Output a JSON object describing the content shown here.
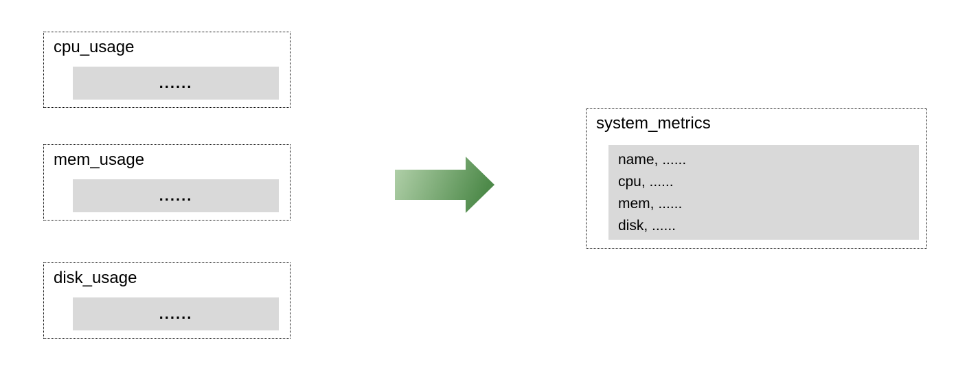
{
  "diagram": {
    "source_tables": [
      {
        "title": "cpu_usage",
        "rows_placeholder": "......"
      },
      {
        "title": "mem_usage",
        "rows_placeholder": "......"
      },
      {
        "title": "disk_usage",
        "rows_placeholder": "......"
      }
    ],
    "arrow": {
      "icon": "right-arrow-icon",
      "direction": "right"
    },
    "target_table": {
      "title": "system_metrics",
      "fields": [
        "name, ......",
        "cpu, ......",
        "mem, ......",
        "disk, ......"
      ]
    },
    "colors": {
      "row_fill": "#d9d9d9",
      "box_border": "#000000",
      "arrow_gradient_start": "#b5d3ad",
      "arrow_gradient_end": "#4e8a4a"
    }
  }
}
